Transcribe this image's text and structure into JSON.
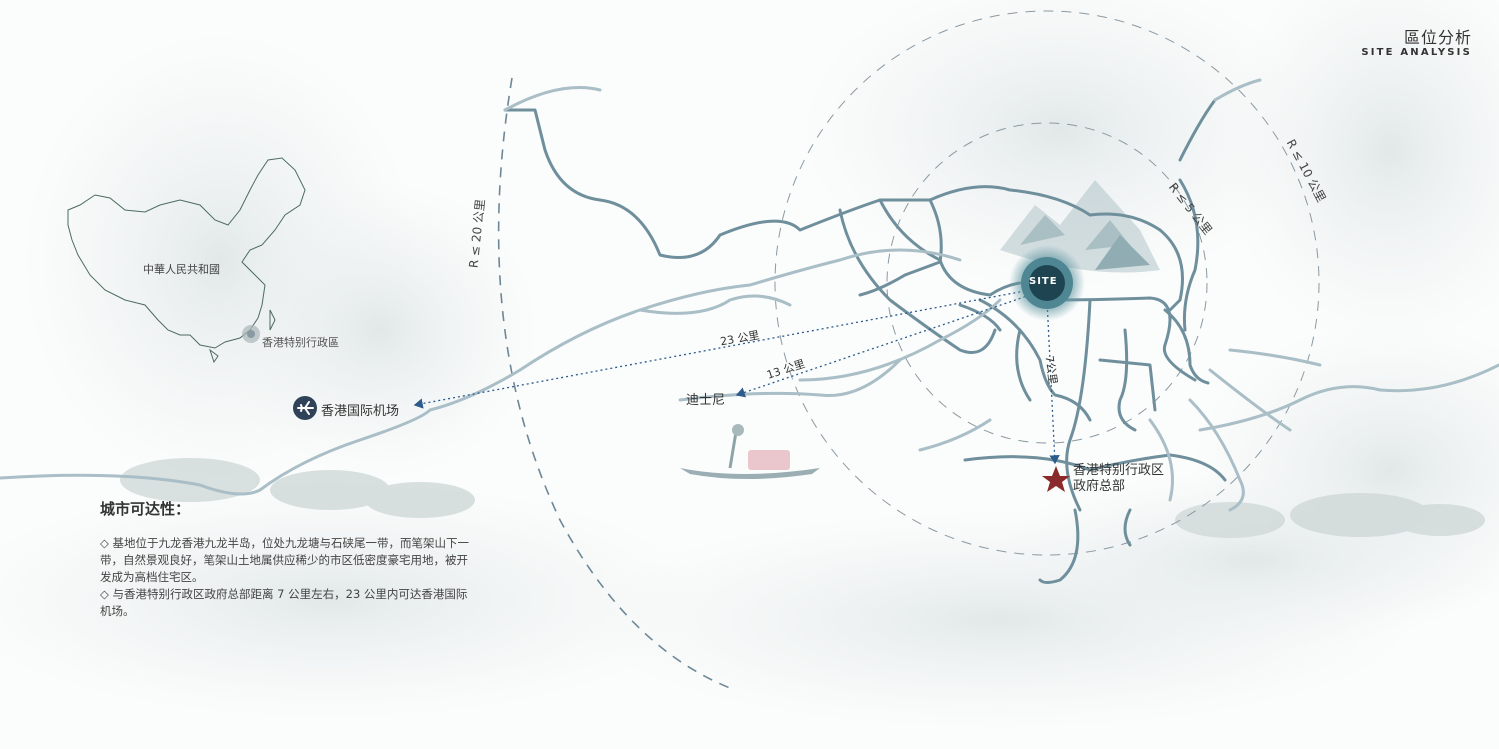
{
  "header": {
    "title": "區位分析",
    "subtitle": "SITE ANALYSIS"
  },
  "inset_map": {
    "country_label": "中華人民共和國",
    "region_label": "香港特别行政區"
  },
  "markers": {
    "site": "SITE",
    "airport": "香港国际机场",
    "disney": "迪士尼",
    "government_hq_line1": "香港特别行政区",
    "government_hq_line2": "政府总部"
  },
  "distances": {
    "airport": "23 公里",
    "disney": "13 公里",
    "government_hq": "7公里"
  },
  "rings": {
    "r20": "R ≤ 20 公里",
    "r10": "R ≤ 10 公里",
    "r5": "R ≤ 5 公里"
  },
  "accessibility": {
    "heading": "城市可达性：",
    "paragraph_1": "◇  基地位于九龙香港九龙半岛，位处九龙塘与石硖尾一带，而笔架山下一带，自然景观良好，笔架山土地属供应稀少的市区低密度豪宅用地，被开发成为高档住宅区。",
    "paragraph_2": "◇  与香港特别行政区政府总部距离 7 公里左右，23 公里内可达香港国际机场。"
  },
  "colors": {
    "road": "#6f8f9c",
    "road_light": "#a9bec6",
    "ring": "#8a9aa2",
    "site_core": "#1e4452",
    "site_glow": "#4f8693",
    "star": "#8b2a2a",
    "dotted": "#2d5c8c",
    "airport_badge": "#2f4257"
  },
  "icons": {
    "airport": "airplane-icon",
    "government": "star-icon",
    "site": "site-target-icon"
  }
}
